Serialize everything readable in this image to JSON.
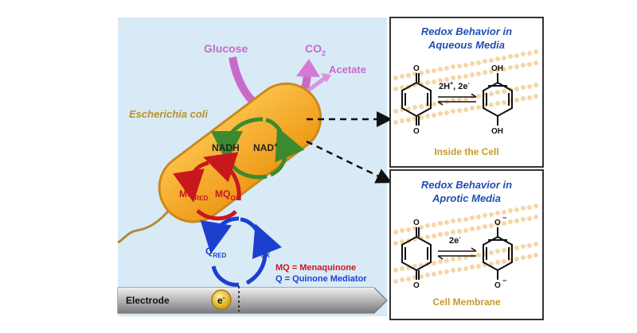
{
  "main": {
    "glucose": "Glucose",
    "co2": "CO",
    "co2_sub": "2",
    "acetate": "Acetate",
    "organism": "Escherichia coli",
    "nadh": "NADH",
    "nad": "NAD",
    "nad_sup": "+",
    "mq": "MQ",
    "mq_red_sub": "RED",
    "mq_ox_sub": "OX",
    "q": "Q",
    "q_red_sub": "RED",
    "q_ox_sub": "OX",
    "legend_mq": "MQ = Menaquinone",
    "legend_q": "Q = Quinone Mediator",
    "electrode": "Electrode",
    "electron": "e",
    "electron_sup": "-"
  },
  "panel_top": {
    "title_1": "Redox Behavior in",
    "title_2": "Aqueous Media",
    "reagent": "2H",
    "reagent_sup": "+",
    "reagent_2": ", 2e",
    "reagent_2_sup": "-",
    "oh_top": "OH",
    "oh_bottom": "OH",
    "o_top": "O",
    "o_bottom": "O",
    "caption": "Inside the Cell"
  },
  "panel_bottom": {
    "title_1": "Redox Behavior in",
    "title_2": "Aprotic Media",
    "reagent": "2e",
    "reagent_sup": "-",
    "o_top": "O",
    "o_bottom": "O",
    "om_top": "O",
    "om_bottom": "O",
    "minus_top": "−",
    "minus_bottom": "−",
    "caption": "Cell Membrane"
  },
  "colors": {
    "background": "#d8eaf6",
    "cell": "#f6a623",
    "cell_outline": "#c98a1d",
    "glucose": "#c86bc8",
    "nadh_cycle": "#3c8a2e",
    "mq_cycle": "#c8181e",
    "q_cycle": "#1d3fd0",
    "title_blue": "#1f4fb5",
    "caption_gold": "#c59a2a",
    "membrane": "#f2c98a"
  }
}
